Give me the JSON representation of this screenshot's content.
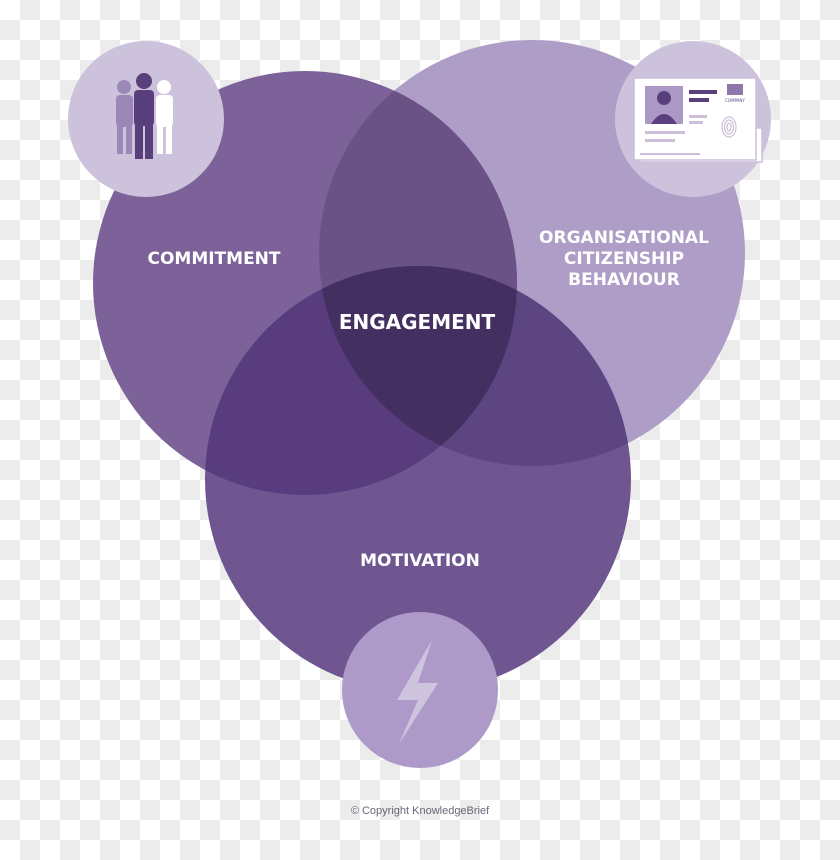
{
  "labels": {
    "commitment": "COMMITMENT",
    "ocb_line1": "ORGANISATIONAL",
    "ocb_line2": "CITIZENSHIP",
    "ocb_line3": "BEHAVIOUR",
    "engagement": "ENGAGEMENT",
    "motivation": "MOTIVATION",
    "card_company": "COMPANY"
  },
  "footer": {
    "copyright": "© Copyright KnowledgeBrief"
  },
  "colors": {
    "commitment_circle": "#7c6299",
    "ocb_circle": "#ae9dc6",
    "motivation_circle": "#6f5691",
    "overlap_commitment_ocb": "#6a5286",
    "overlap_commitment_motivation": "#583c7e",
    "overlap_ocb_motivation": "#5d4582",
    "overlap_center": "#433061",
    "icon_badge_light": "#cdc2dc",
    "icon_badge_motivation": "#ad9ac9"
  },
  "icons": {
    "commitment": "people-group-icon",
    "ocb": "id-card-icon",
    "motivation": "lightning-bolt-icon"
  }
}
